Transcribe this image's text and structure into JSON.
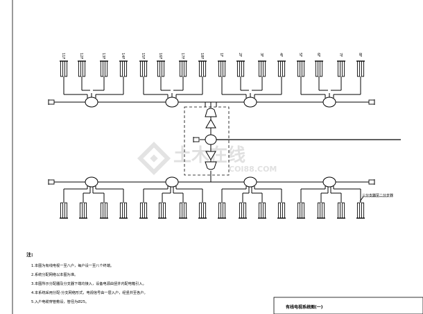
{
  "drawing": {
    "notes_title": "注:",
    "notes": [
      "1.本图为有线电视一至八户，每户设一至八个终端。",
      "2.系统分配网络以本图为准。",
      "3.本图所示分配器及分支器下端均接入，设备电源由竖井内配电箱引入。",
      "4.本系统采用分配-分支网络形式，电视信号由一层入户，经竖井至各户。",
      "5.入户电缆穿管敷设，管径为Ø25。"
    ],
    "title_block": "有线电视系统图(一)",
    "tap_label": "三分支器至二分支器",
    "upper_numbers": [
      "11F",
      "12F",
      "13F",
      "14F",
      "15F",
      "16F",
      "17F",
      "18F",
      "1F",
      "2F",
      "3F",
      "4F",
      "5F",
      "6F",
      "7F",
      "8F"
    ],
    "watermark_main": "土木在线",
    "watermark_sub": "COI88.COM"
  }
}
